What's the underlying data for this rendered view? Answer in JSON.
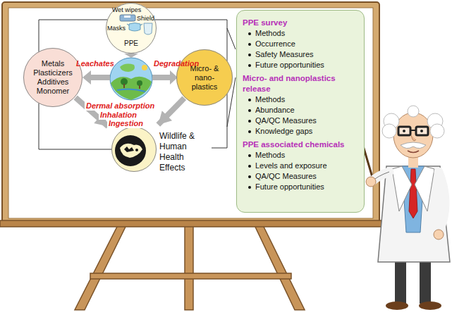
{
  "diagram": {
    "nodes": [
      {
        "text": [
          "Wet wipes",
          "Shield",
          "Masks",
          "PPE"
        ]
      },
      {
        "text": [
          "Metals Plasticizers Additives Monomer"
        ]
      },
      {
        "text": [
          "Micro- & nano- plastics"
        ]
      },
      {
        "text": [
          "Wildlife & Human Health Effects"
        ]
      },
      {
        "text": [
          "PPE survey",
          "Methods",
          "Occurrence",
          "Safety Measures",
          "Future opportunities",
          "Micro- and nanoplastics release",
          "Methods",
          "Abundance",
          "QA/QC Measures",
          "Knowledge gaps",
          "PPE associated chemicals",
          "Methods",
          "Levels and exposure",
          "QA/QC Measures",
          "Future opportunities"
        ]
      }
    ],
    "edges": [
      {
        "from": 1,
        "to": 3,
        "arrow": "to"
      },
      {
        "from": 2,
        "to": 3,
        "arrow": "to"
      }
    ],
    "labels": [
      "Leachates",
      "Degradation",
      "Dermal absorption",
      "Inhalation",
      "Ingestion"
    ]
  }
}
